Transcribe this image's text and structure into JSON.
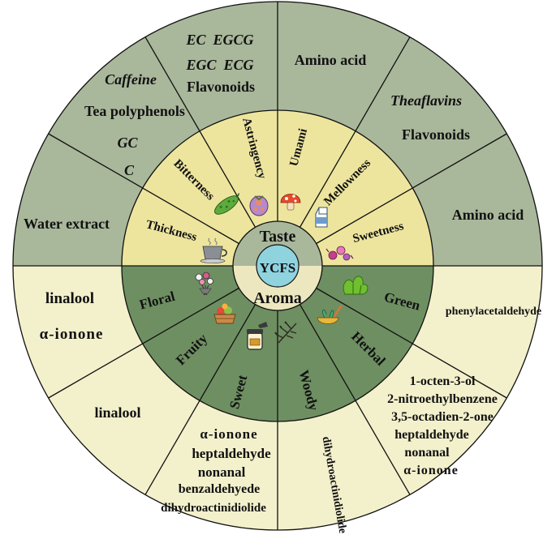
{
  "colors": {
    "taste_outer": "#a9b79b",
    "taste_mid": "#ede59e",
    "aroma_outer": "#f3f0cc",
    "aroma_mid": "#6e8f62",
    "center_taste": "#a9b79b",
    "center_aroma": "#ede7bf",
    "core": "#8fd3df"
  },
  "center": {
    "core": "YCFS",
    "taste": "Taste",
    "aroma": "Aroma"
  },
  "taste": {
    "categories": [
      {
        "label": "Thickness",
        "icon": "teacup-icon",
        "compounds": [
          {
            "text": "Water extract",
            "italic": false
          }
        ]
      },
      {
        "label": "Bitterness",
        "icon": "bitter-gourd-icon",
        "compounds": [
          {
            "text": "Caffeine",
            "italic": true
          },
          {
            "text": "Tea polyphenols",
            "italic": false
          },
          {
            "text": "GC",
            "italic": true
          },
          {
            "text": "C",
            "italic": true
          }
        ]
      },
      {
        "label": "Astringency",
        "icon": "persimmon-icon",
        "compounds": [
          {
            "text": "EC  EGCG",
            "italic": true
          },
          {
            "text": "EGC  ECG",
            "italic": true
          },
          {
            "text": "Flavonoids",
            "italic": false
          }
        ]
      },
      {
        "label": "Umami",
        "icon": "mushroom-icon",
        "compounds": [
          {
            "text": "Amino acid",
            "italic": false
          }
        ]
      },
      {
        "label": "Mellowness",
        "icon": "milk-carton-icon",
        "compounds": [
          {
            "text": "Theaflavins",
            "italic": true
          },
          {
            "text": "Flavonoids",
            "italic": false
          }
        ]
      },
      {
        "label": "Sweetness",
        "icon": "candy-icon",
        "compounds": [
          {
            "text": "Amino acid",
            "italic": false
          }
        ]
      }
    ]
  },
  "aroma": {
    "categories": [
      {
        "label": "Green",
        "icon": "leafy-greens-icon",
        "compounds": [
          "phenylacetaldehyde"
        ]
      },
      {
        "label": "Herbal",
        "icon": "herb-mortar-icon",
        "compounds": [
          "1-octen-3-ol",
          "2-nitroethylbenzene",
          "3,5-octadien-2-one",
          "heptaldehyde",
          "nonanal",
          "α-ionone"
        ]
      },
      {
        "label": "Woody",
        "icon": "branch-icon",
        "compounds": [
          "dihydroactinidiolide"
        ]
      },
      {
        "label": "Sweet",
        "icon": "honey-jar-icon",
        "compounds": [
          "α-ionone",
          "heptaldehyde",
          "nonanal",
          "benzaldehyede",
          "dihydroactinidiolide"
        ]
      },
      {
        "label": "Fruity",
        "icon": "fruit-basket-icon",
        "compounds": [
          "linalool"
        ]
      },
      {
        "label": "Floral",
        "icon": "bouquet-icon",
        "compounds": [
          "linalool",
          "α-ionone"
        ]
      }
    ]
  }
}
